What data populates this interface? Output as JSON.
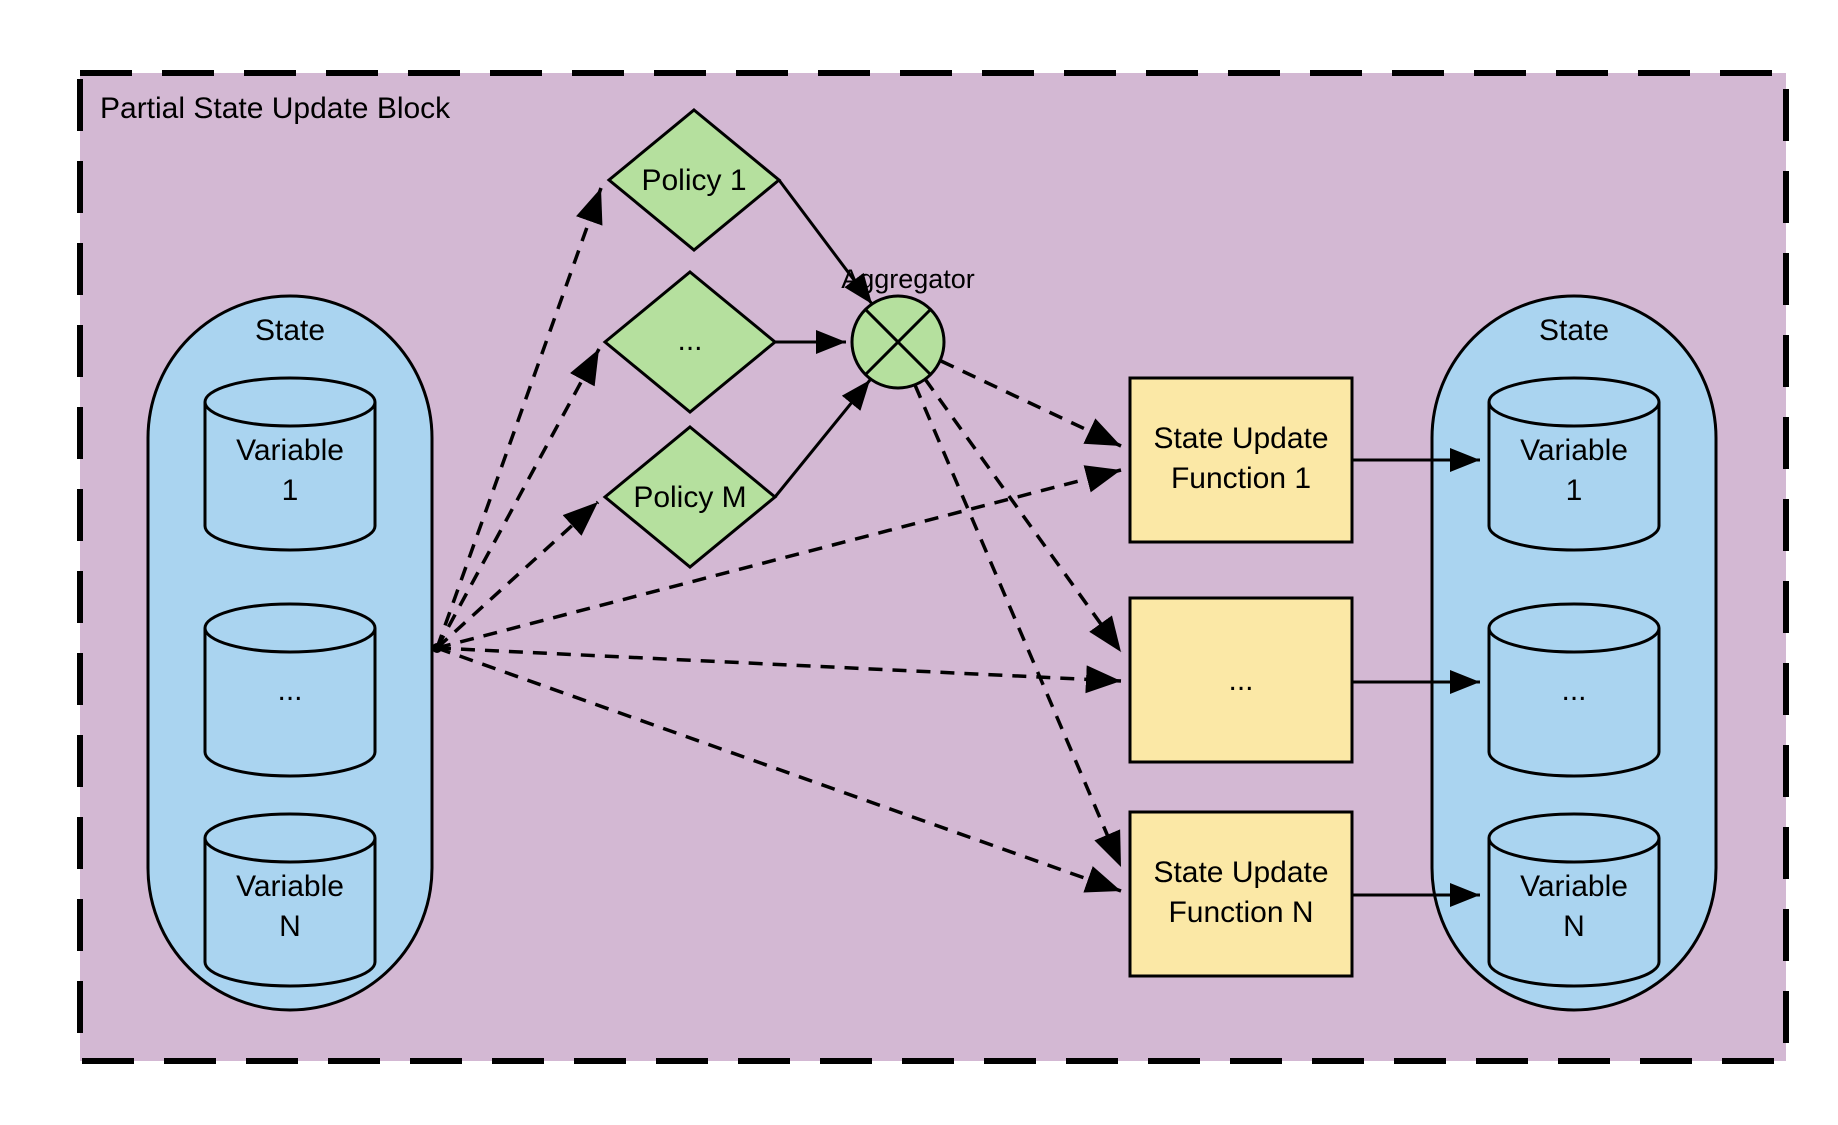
{
  "title": "Partial State Update Block",
  "left_state": {
    "label": "State",
    "variables": [
      {
        "line1": "Variable",
        "line2": "1"
      },
      {
        "line1": "..."
      },
      {
        "line1": "Variable",
        "line2": "N"
      }
    ]
  },
  "policies": [
    {
      "label": "Policy 1"
    },
    {
      "label": "..."
    },
    {
      "label": "Policy M"
    }
  ],
  "aggregator_label": "Aggregator",
  "update_functions": [
    {
      "line1": "State Update",
      "line2": "Function 1"
    },
    {
      "line1": "..."
    },
    {
      "line1": "State Update",
      "line2": "Function N"
    }
  ],
  "right_state": {
    "label": "State",
    "variables": [
      {
        "line1": "Variable",
        "line2": "1"
      },
      {
        "line1": "..."
      },
      {
        "line1": "Variable",
        "line2": "N"
      }
    ]
  },
  "colors": {
    "background": "#d3b8d3",
    "state_container": "#aad4f0",
    "policy": "#b5e09e",
    "update_function": "#fbe8a6",
    "stroke": "#000000"
  }
}
